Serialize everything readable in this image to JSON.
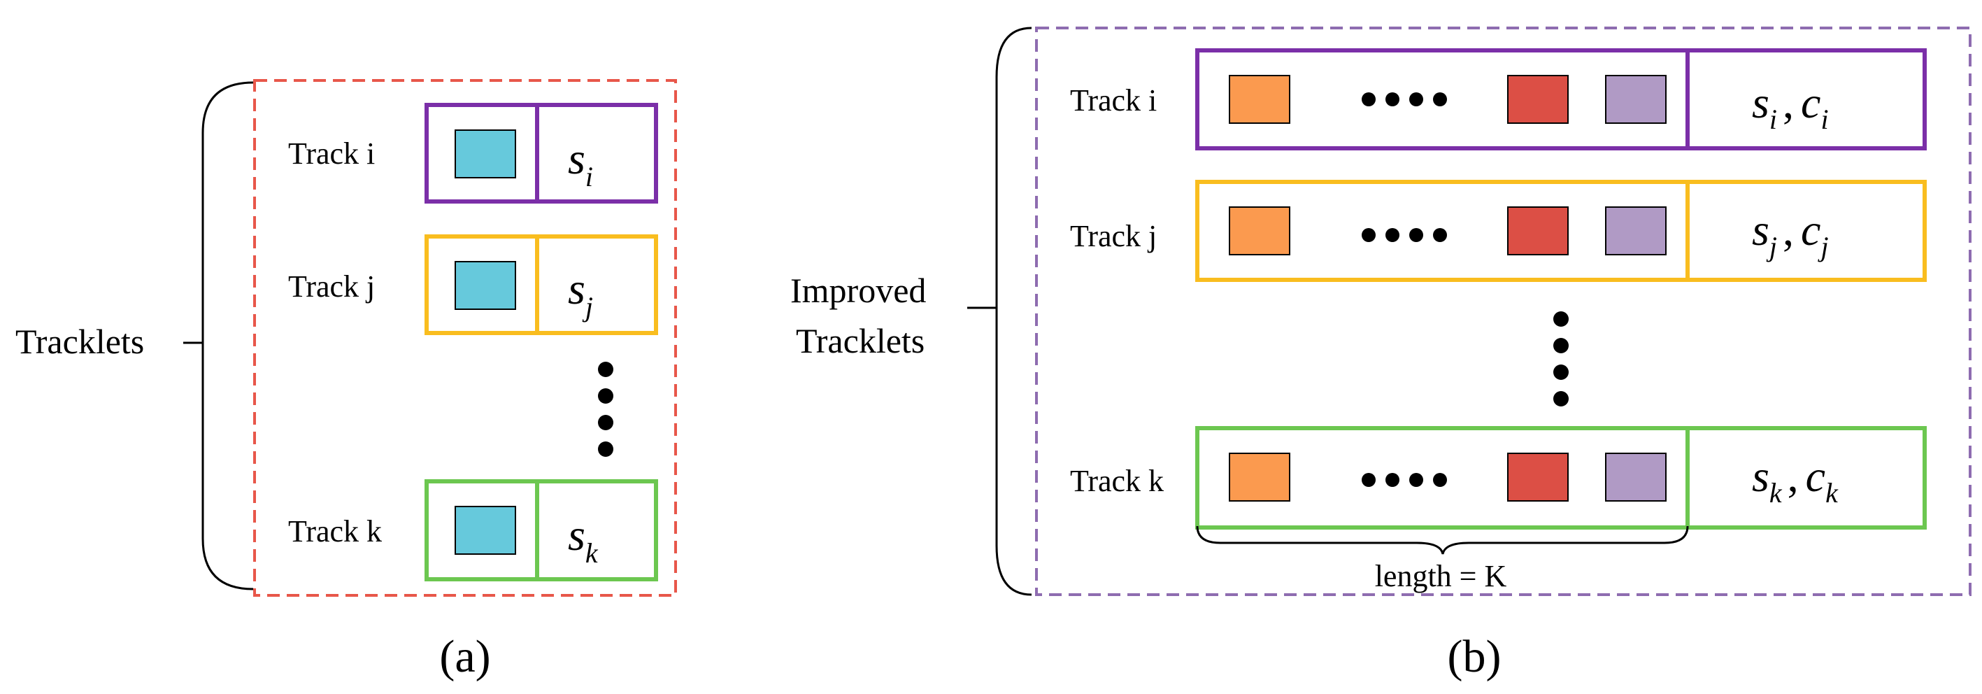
{
  "colors": {
    "dashed_red": "#e8574a",
    "dashed_purple": "#8e6cb0",
    "track_i": "#7b2fa8",
    "track_j": "#f9bd1f",
    "track_k": "#6cc750",
    "cyan_box": "#66c9dc",
    "orange_box": "#fb9a4f",
    "red_box": "#dc4f45",
    "lilac_box": "#b09ac5"
  },
  "panel_a": {
    "group_label": "Tracklets",
    "caption": "(a)",
    "tracks": [
      {
        "label": "Track i",
        "state": "s",
        "sub": "i",
        "color_key": "track_i"
      },
      {
        "label": "Track j",
        "state": "s",
        "sub": "j",
        "color_key": "track_j"
      },
      {
        "label": "Track k",
        "state": "s",
        "sub": "k",
        "color_key": "track_k"
      }
    ]
  },
  "panel_b": {
    "group_label_line1": "Improved",
    "group_label_line2": "Tracklets",
    "caption": "(b)",
    "length_label": "length = K",
    "tracks": [
      {
        "label": "Track i",
        "state": "s",
        "state_sub": "i",
        "conf": "c",
        "conf_sub": "i",
        "color_key": "track_i"
      },
      {
        "label": "Track j",
        "state": "s",
        "state_sub": "j",
        "conf": "c",
        "conf_sub": "j",
        "color_key": "track_j"
      },
      {
        "label": "Track k",
        "state": "s",
        "state_sub": "k",
        "conf": "c",
        "conf_sub": "k",
        "color_key": "track_k"
      }
    ]
  }
}
